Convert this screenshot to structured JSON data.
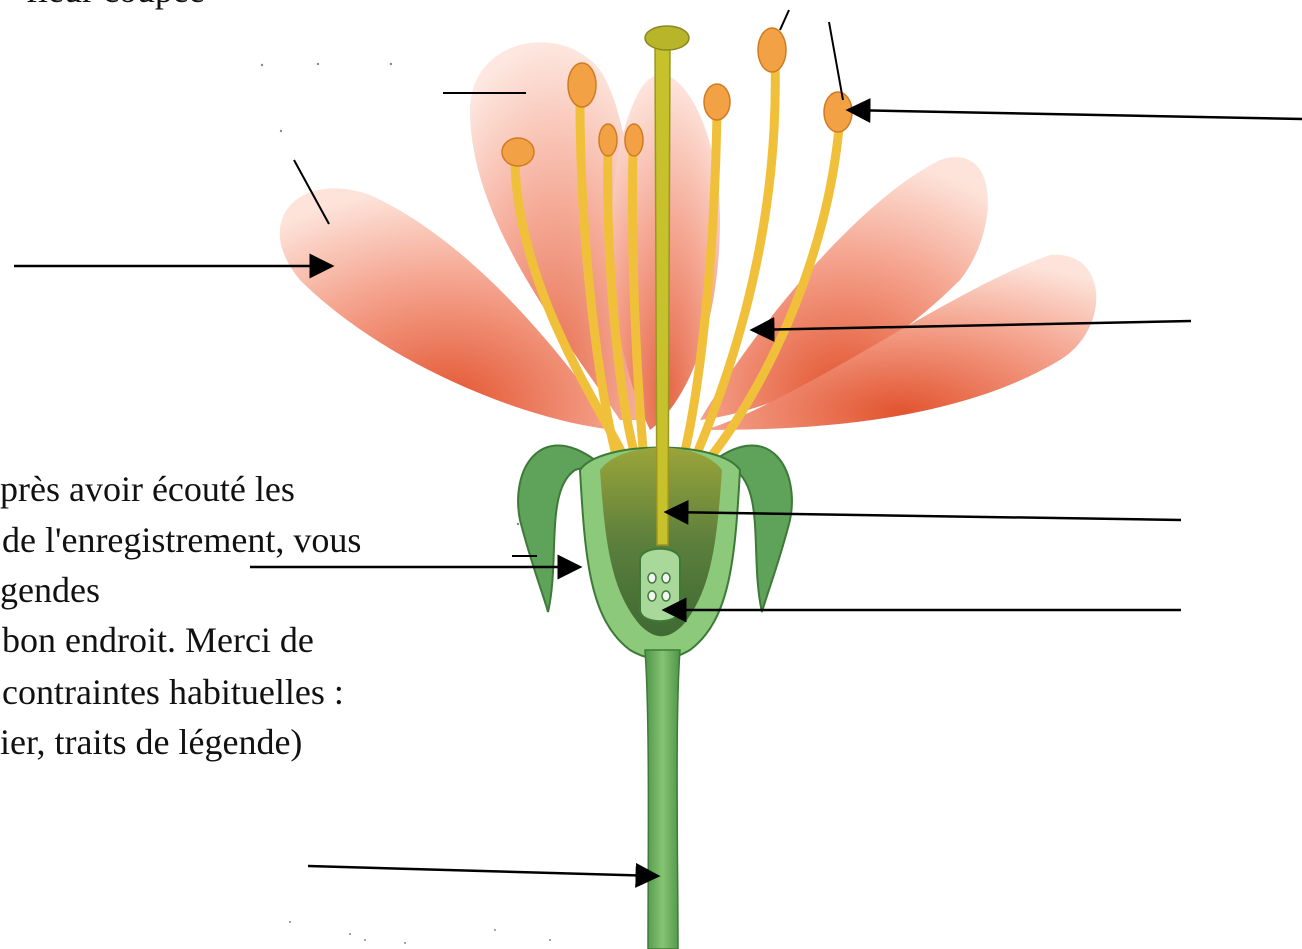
{
  "header": {
    "partial_title": "fleur coupée"
  },
  "instructions": {
    "lines": [
      "près avoir écouté les",
      "de l'enregistrement, vous",
      "gendes",
      "bon endroit. Merci de",
      "contraintes habituelles :",
      "ier, traits de légende)"
    ]
  },
  "colors": {
    "petal": "#f2917a",
    "petal_light": "#fbd9ce",
    "stamen": "#f1c03b",
    "anther": "#f2a245",
    "style": "#c7c12c",
    "sepal": "#5fa35a",
    "sepal_light": "#9dd08c",
    "ovary": "#4e7a3a",
    "stem": "#6aae5d",
    "arrow": "#000000"
  },
  "icons": {
    "arrow": "arrowhead-right-icon",
    "arrow_left": "arrowhead-left-icon"
  }
}
